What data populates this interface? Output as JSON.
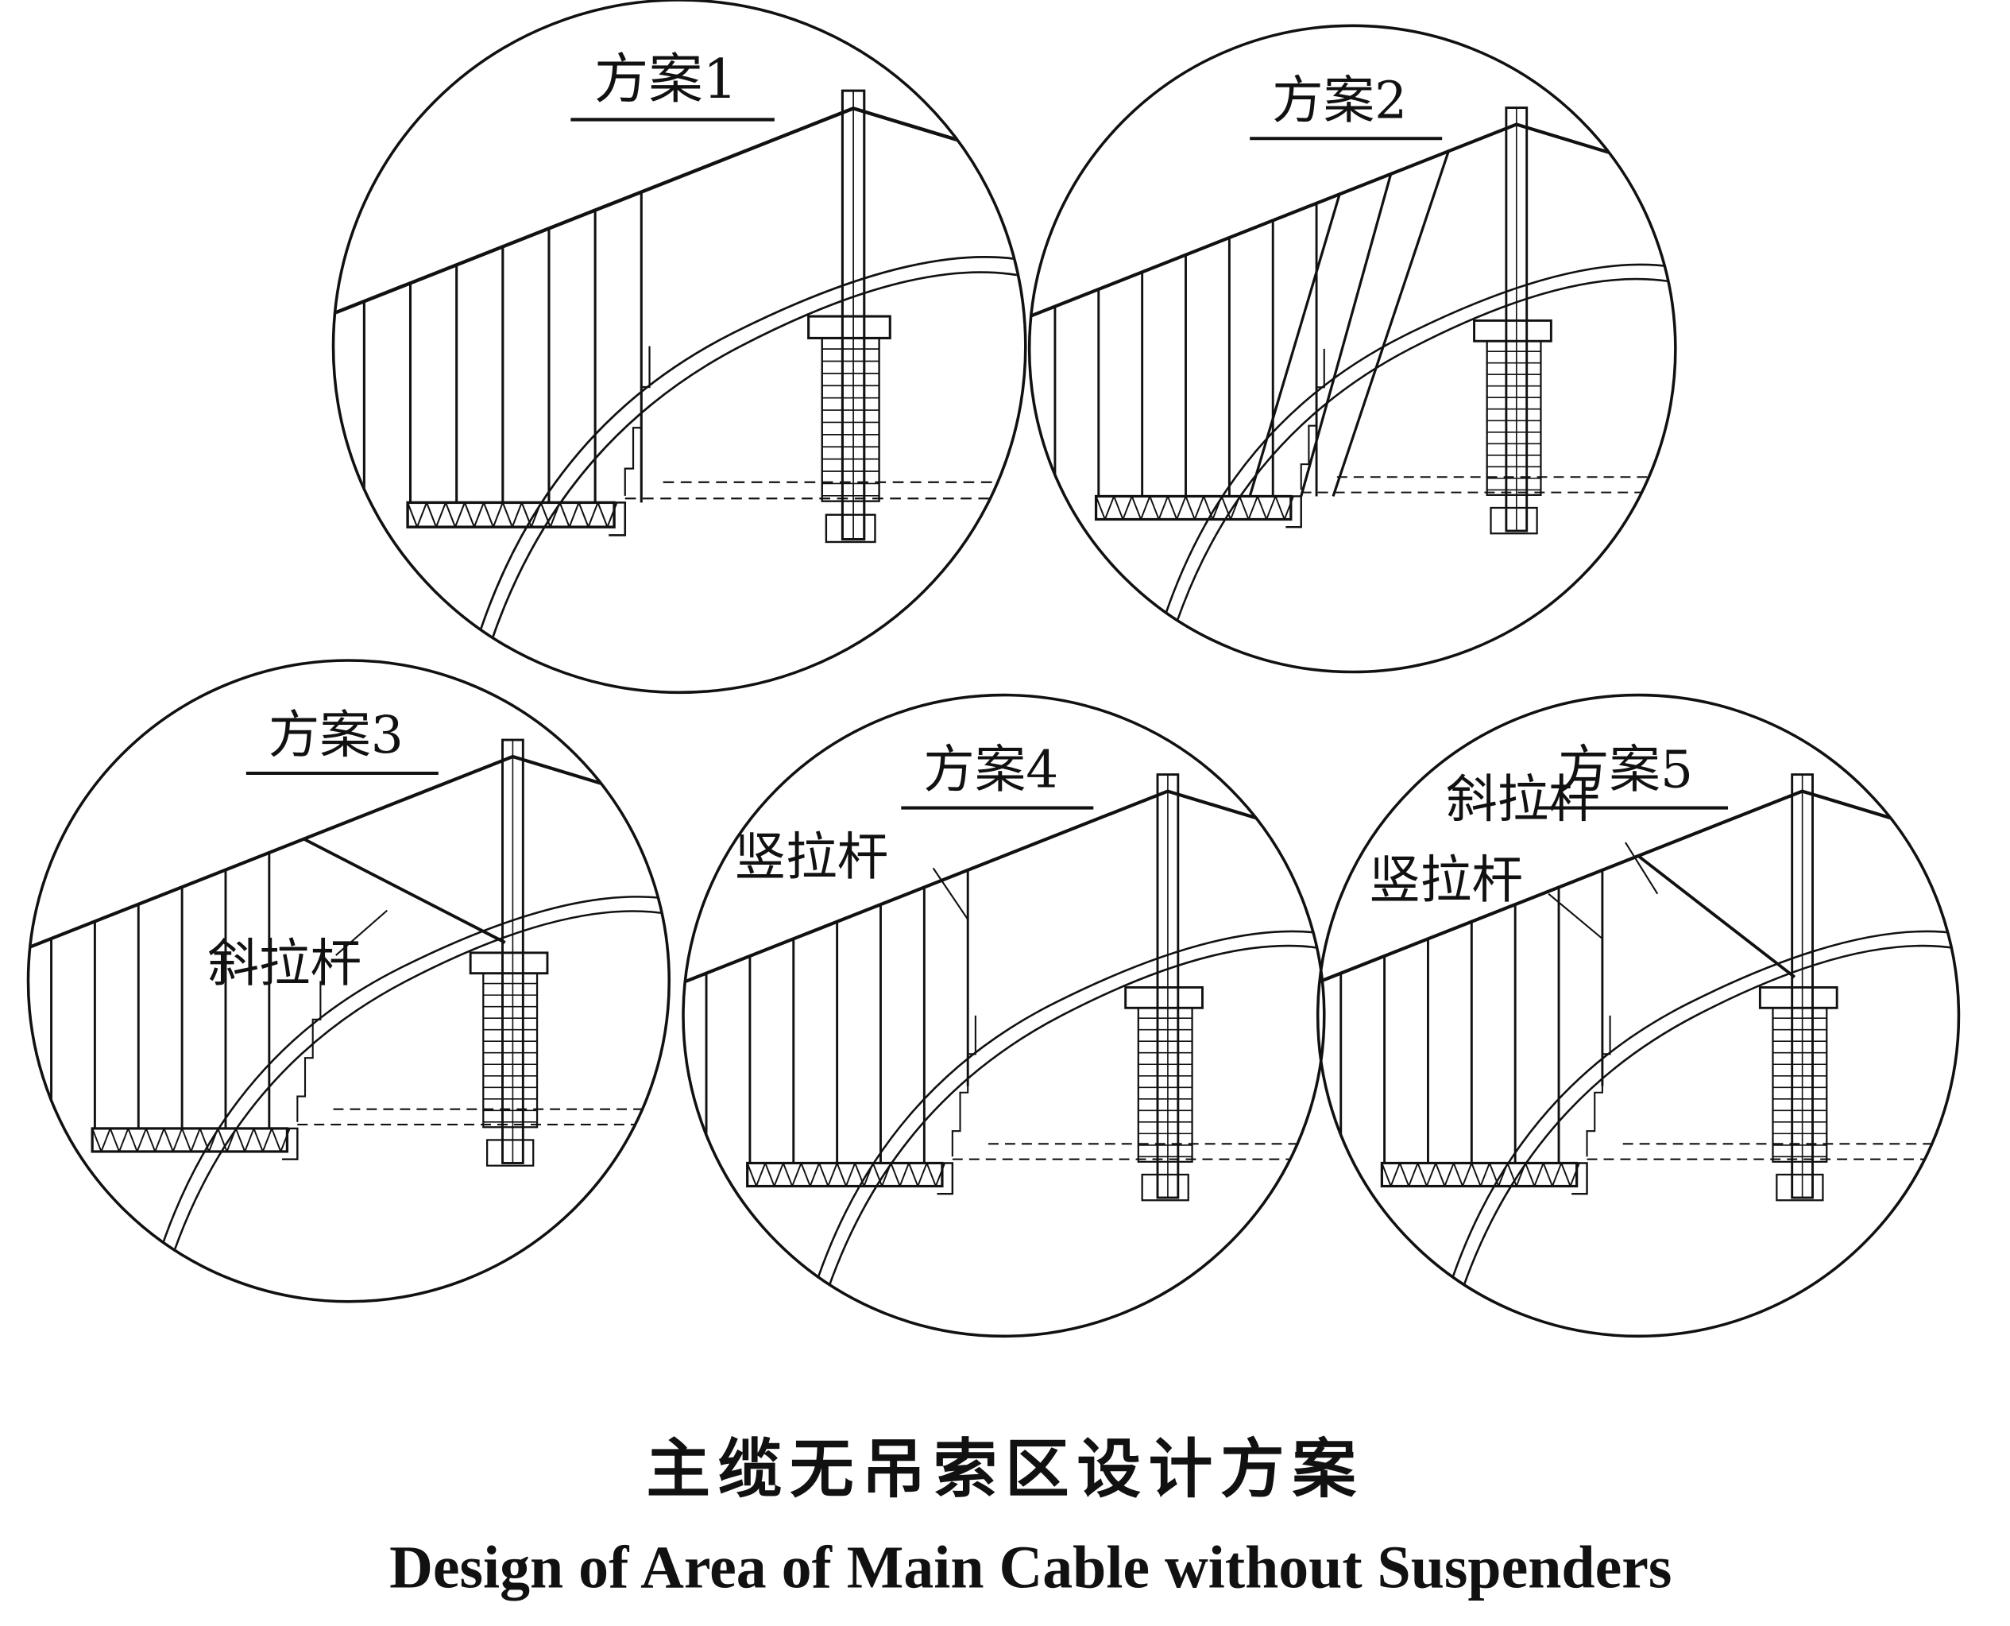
{
  "schemes": [
    {
      "title": "方案1",
      "labels": []
    },
    {
      "title": "方案2",
      "labels": []
    },
    {
      "title": "方案3",
      "labels": [
        {
          "key": "diagonal",
          "text": "斜拉杆"
        }
      ]
    },
    {
      "title": "方案4",
      "labels": [
        {
          "key": "vertical",
          "text": "竖拉杆"
        }
      ]
    },
    {
      "title": "方案5",
      "labels": [
        {
          "key": "diagonal",
          "text": "斜拉杆"
        },
        {
          "key": "vertical",
          "text": "竖拉杆"
        }
      ]
    }
  ],
  "caption": {
    "chinese": "主缆无吊索区设计方案",
    "english": "Design of Area of Main Cable without Suspenders"
  }
}
